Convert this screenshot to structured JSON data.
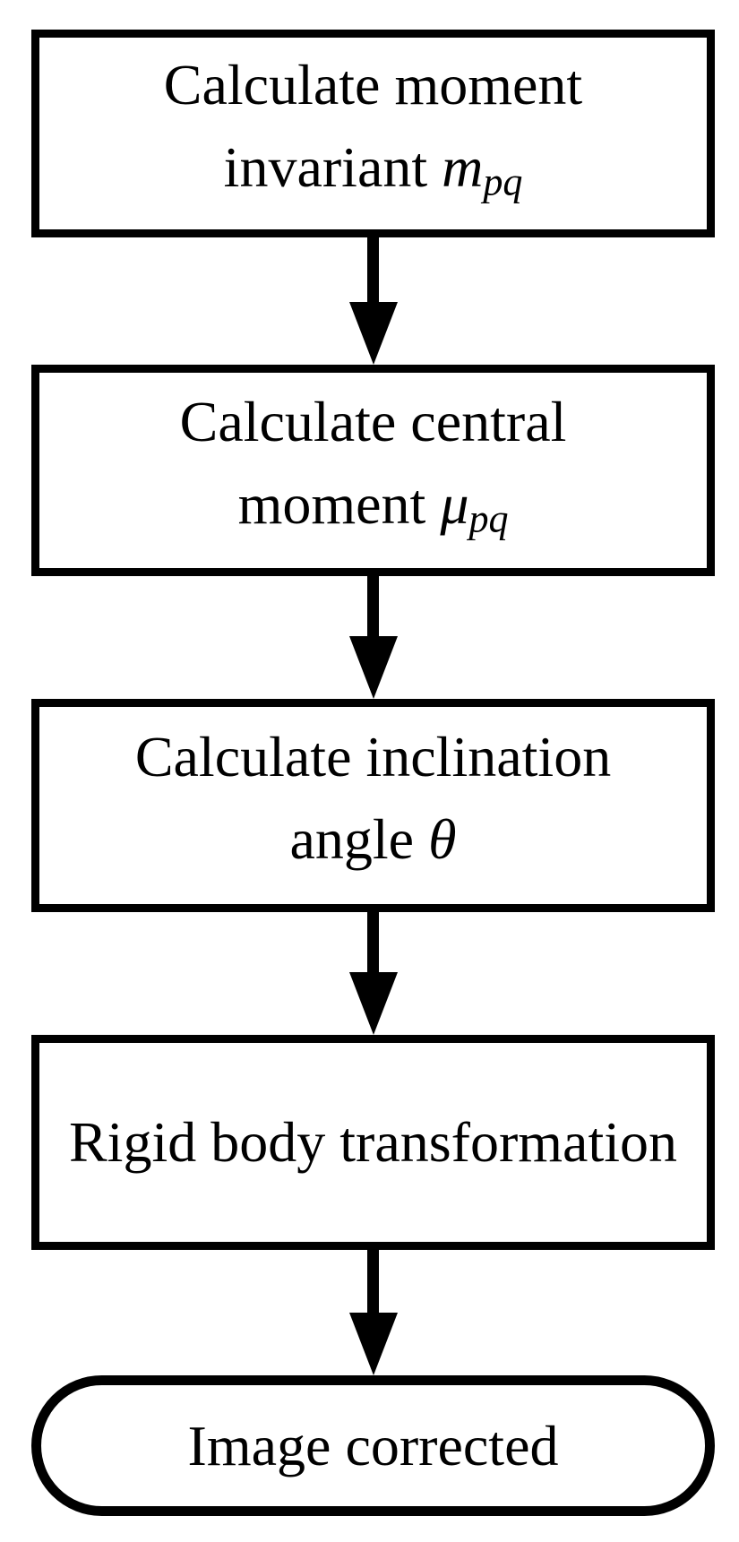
{
  "theme": {
    "background": "#ffffff",
    "stroke": "#000000",
    "text": "#000000"
  },
  "diagram": {
    "type": "flowchart",
    "direction": "top-down",
    "nodes": [
      {
        "shape": "rectangle",
        "line1": "Calculate moment",
        "line2_prefix": "invariant ",
        "symbol": "m",
        "subscript": "pq"
      },
      {
        "shape": "rectangle",
        "line1": "Calculate central",
        "line2_prefix": "moment ",
        "symbol": "μ",
        "subscript": "pq"
      },
      {
        "shape": "rectangle",
        "line1": "Calculate inclination",
        "line2_prefix": "angle ",
        "symbol": "θ",
        "subscript": ""
      },
      {
        "shape": "rectangle",
        "line1": "Rigid body transformation"
      },
      {
        "shape": "stadium",
        "line1": "Image corrected"
      }
    ],
    "connectors": [
      {
        "from": "Calculate moment invariant",
        "to": "Calculate central moment",
        "style": "arrow-down"
      },
      {
        "from": "Calculate central moment",
        "to": "Calculate inclination angle",
        "style": "arrow-down"
      },
      {
        "from": "Calculate inclination angle",
        "to": "Rigid body transformation",
        "style": "arrow-down"
      },
      {
        "from": "Rigid body transformation",
        "to": "Image corrected",
        "style": "arrow-down"
      }
    ]
  }
}
